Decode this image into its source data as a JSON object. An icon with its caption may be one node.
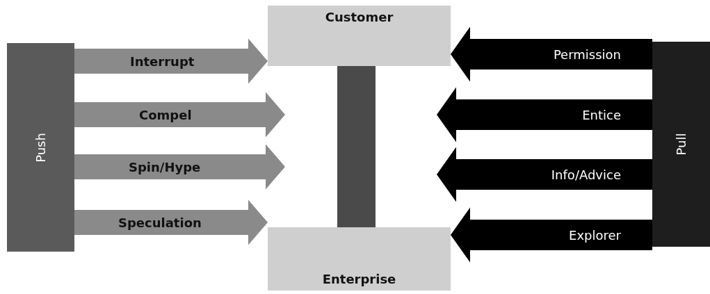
{
  "diagram": {
    "nodes": [
      {
        "text": [
          "Push"
        ]
      },
      {
        "text": [
          "Customer"
        ]
      },
      {
        "text": [],
        "shape": "bar"
      },
      {
        "text": [
          "Enterprise"
        ]
      },
      {
        "text": [
          "Pull"
        ]
      }
    ],
    "edges": [
      {
        "from": 0,
        "to": 1,
        "arrow": "to",
        "label": "Interrupt",
        "style": "thick",
        "color": "#8a8a8a"
      },
      {
        "from": 0,
        "to": null,
        "arrow": "to",
        "label": "Compel",
        "style": "thick",
        "color": "#8a8a8a"
      },
      {
        "from": 0,
        "to": null,
        "arrow": "to",
        "label": "Spin/Hype",
        "style": "thick",
        "color": "#8a8a8a"
      },
      {
        "from": 0,
        "to": 3,
        "arrow": "to",
        "label": "Speculation",
        "style": "thick",
        "color": "#8a8a8a"
      },
      {
        "from": 4,
        "to": 1,
        "arrow": "to",
        "label": "Permission",
        "style": "thick"
      },
      {
        "from": 4,
        "to": null,
        "arrow": "to",
        "label": "Entice",
        "style": "thick"
      },
      {
        "from": 4,
        "to": null,
        "arrow": "to",
        "label": "Info/Advice",
        "style": "thick"
      },
      {
        "from": 4,
        "to": 3,
        "arrow": "to",
        "label": "Explorer",
        "style": "thick"
      }
    ]
  }
}
